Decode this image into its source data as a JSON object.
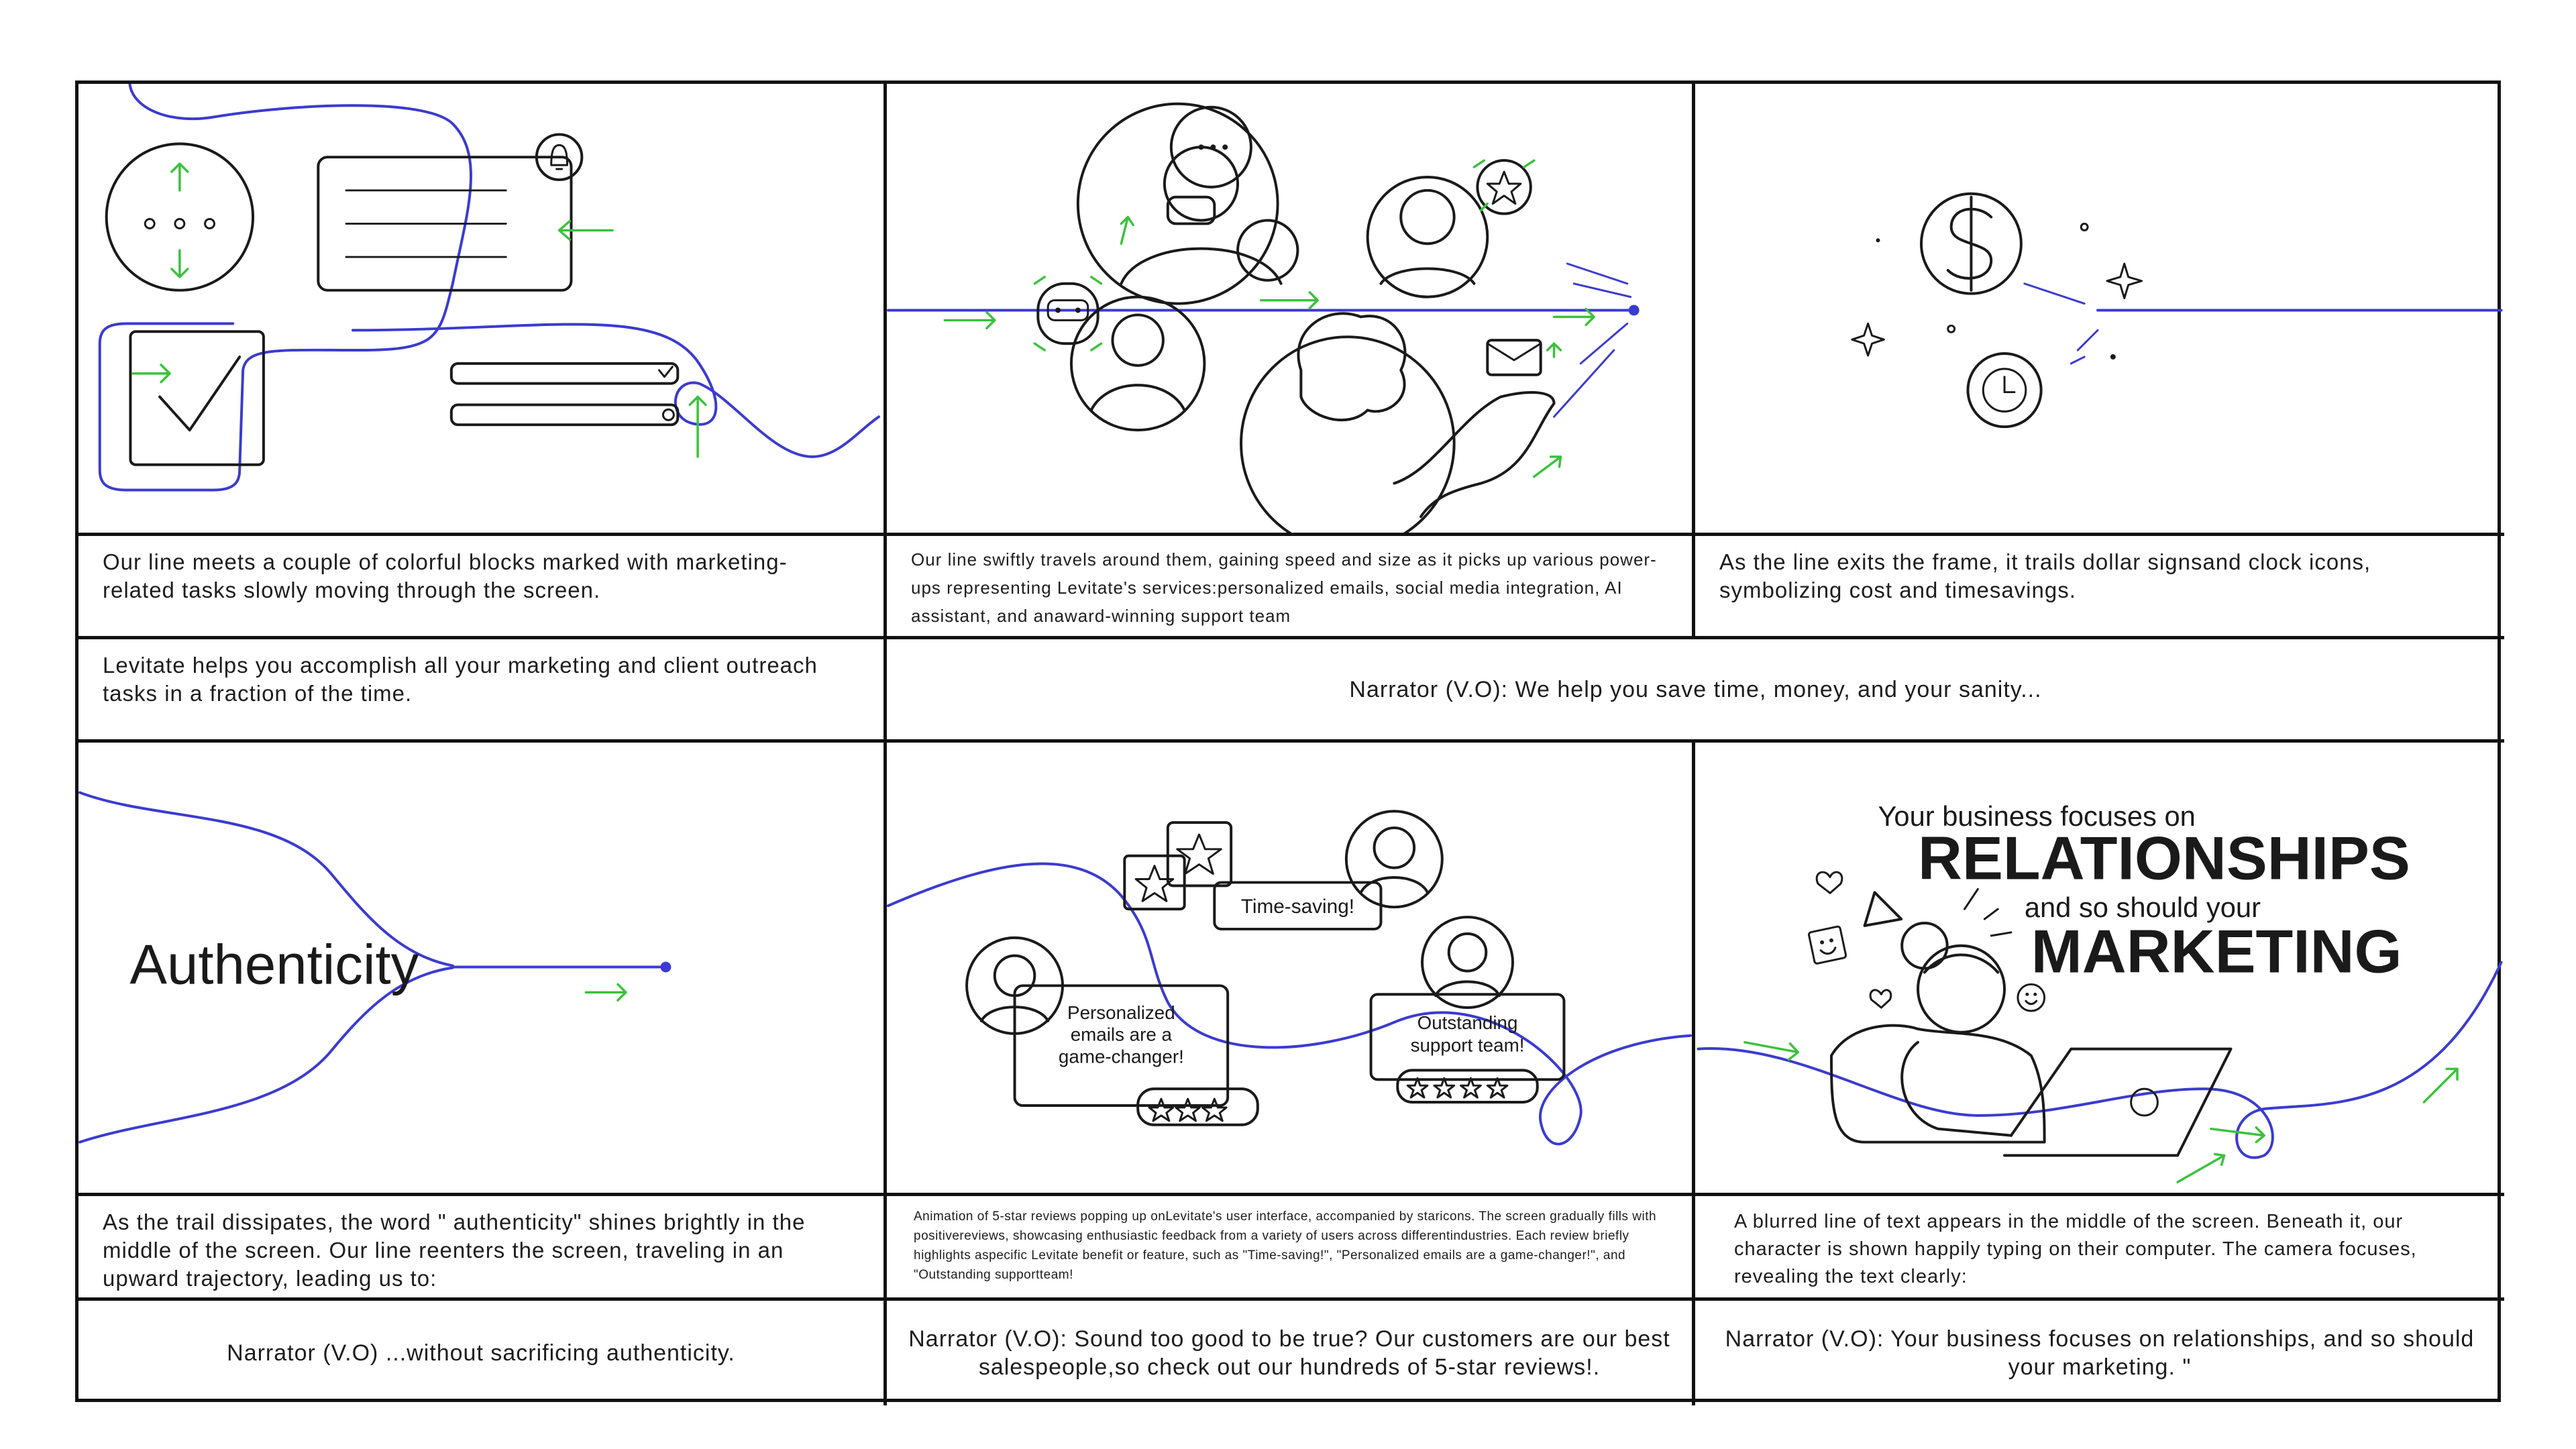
{
  "rows": [
    {
      "descriptions": [
        "Our line meets a couple of colorful blocks marked with marketing-related tasks slowly moving through the screen.",
        "Our line swiftly travels around them, gaining speed and size as it picks up various power-ups representing Levitate's services:personalized emails, social media integration, AI assistant, and anaward-winning support team",
        "As the line exits the frame, it trails dollar signsand clock icons, symbolizing cost and timesavings."
      ],
      "narration_left": "Levitate helps you accomplish all your marketing and client outreach tasks in a fraction of the time.",
      "narration_span": "Narrator (V.O): We help you save time, money, and your sanity..."
    },
    {
      "descriptions": [
        "As the trail dissipates, the word \" authenticity\" shines brightly in the middle of the screen. Our line reenters the screen, traveling in an upward trajectory, leading us to:",
        "Animation of 5-star reviews popping up onLevitate's user interface, accompanied by staricons. The screen gradually fills with positivereviews, showcasing enthusiastic feedback from a variety of users across differentindustries. Each review briefly highlights aspecific Levitate benefit or feature, such as \"Time-saving!\", \"Personalized emails are a game-changer!\", and \"Outstanding supportteam!",
        "A blurred line of text appears in the middle of the screen. Beneath it, our character is shown happily typing on their computer. The camera focuses, revealing the text clearly:"
      ],
      "narrations": [
        "Narrator (V.O) ...without sacrificing authenticity.",
        "Narrator (V.O): Sound too good to be true? Our customers are our best salespeople,so check out our hundreds of 5-star reviews!.",
        "Narrator (V.O): Your business focuses on relationships, and so should your marketing. \""
      ]
    }
  ],
  "panel4": {
    "word": "Authenticity"
  },
  "panel5": {
    "bubble_time": "Time-saving!",
    "bubble_personalized": [
      "Personalized",
      "emails are a",
      "game-changer!"
    ],
    "bubble_support": [
      "Outstanding",
      "support team!"
    ]
  },
  "panel6": {
    "line1": "Your business focuses on",
    "line2": "RELATIONSHIPS",
    "line3": "and so should your",
    "line4": "MARKETING"
  },
  "colors": {
    "line": "#3b3bd1",
    "arrow": "#3bc23b",
    "ink": "#1a1a1a",
    "border": "#111111"
  },
  "icons": [
    "bell-icon",
    "checkmark-icon",
    "speech-bubble-icon",
    "robot-icon",
    "star-icon",
    "envelope-icon",
    "dollar-icon",
    "clock-icon",
    "sparkle-icon",
    "heart-icon",
    "smiley-icon",
    "laptop-icon"
  ]
}
